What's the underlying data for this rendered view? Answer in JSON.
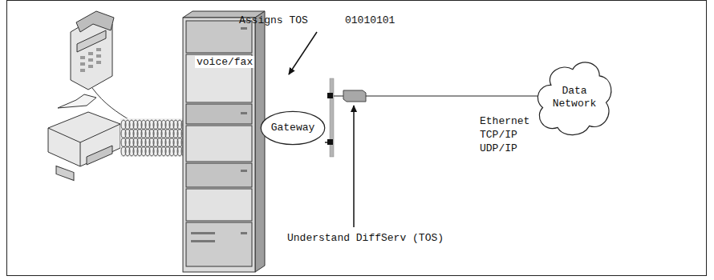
{
  "diagram": {
    "nodes": [
      {
        "text": [
          "Gateway"
        ]
      },
      {
        "text": [
          "Data Network"
        ]
      }
    ],
    "labels": [
      "voice/fax",
      "Assigns TOS",
      "01010101",
      "Ethernet",
      "TCP/IP",
      "UDP/IP",
      "Understand DiffServ (TOS)"
    ]
  }
}
